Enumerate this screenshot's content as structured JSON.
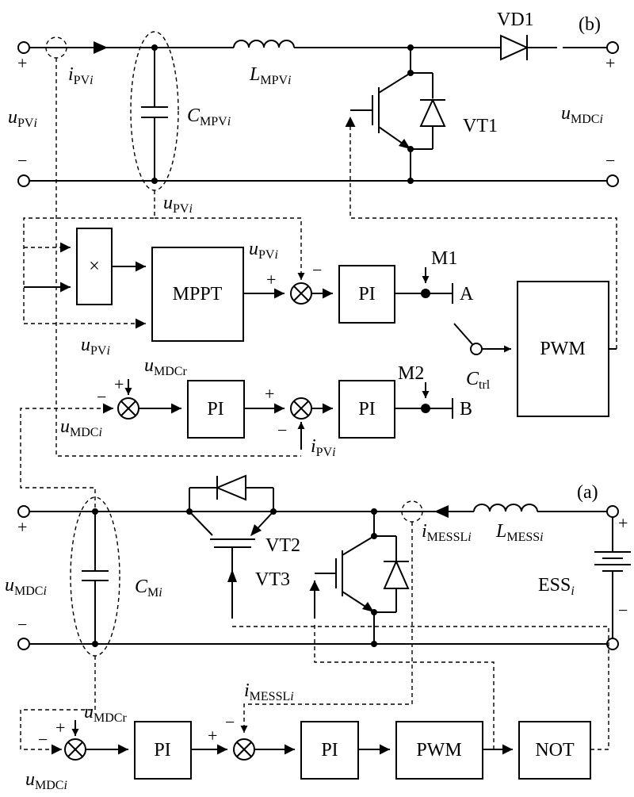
{
  "labels": {
    "b": "(b)",
    "a": "(a)",
    "VD1": "VD1",
    "VT1": "VT1",
    "VT2": "VT2",
    "VT3": "VT3",
    "M1": "M1",
    "M2": "M2",
    "A": "A",
    "B": "B"
  },
  "symbols": {
    "i_PVi": {
      "base": "i",
      "sub": "PV",
      "subi": "i"
    },
    "u_PVi": {
      "base": "u",
      "sub": "PV",
      "subi": "i"
    },
    "L_MPVi": {
      "base": "L",
      "sub": "MPV",
      "subi": "i"
    },
    "C_MPVi": {
      "base": "C",
      "sub": "MPV",
      "subi": "i"
    },
    "u_MDCi": {
      "base": "u",
      "sub": "MDC",
      "subi": "i"
    },
    "u_MDCr": {
      "base": "u",
      "sub": "MDCr",
      "subi": ""
    },
    "C_trl": {
      "base": "C",
      "sub": "trl",
      "subi": ""
    },
    "C_Mi": {
      "base": "C",
      "sub": "M",
      "subi": "i"
    },
    "i_MESSLi": {
      "base": "i",
      "sub": "MESSL",
      "subi": "i"
    },
    "L_MESSi": {
      "base": "L",
      "sub": "MESS",
      "subi": "i"
    },
    "ESSi": {
      "base": "ESS",
      "sub": "",
      "subi": "i"
    }
  },
  "blocks": {
    "multiplier": "×",
    "mppt": "MPPT",
    "pi": "PI",
    "pwm": "PWM",
    "not": "NOT"
  },
  "signs": {
    "plus": "+",
    "minus": "−"
  }
}
